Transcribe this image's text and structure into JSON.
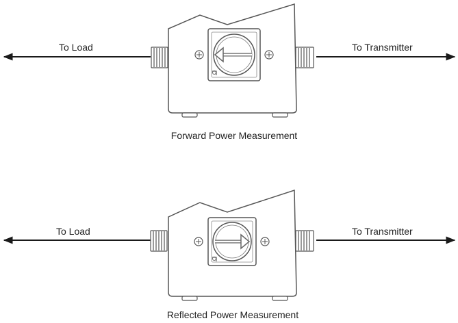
{
  "diagrams": [
    {
      "left_label": "To Load",
      "right_label": "To Transmitter",
      "caption": "Forward Power Measurement",
      "arrow_direction": "left"
    },
    {
      "left_label": "To Load",
      "right_label": "To Transmitter",
      "caption": "Reflected Power Measurement",
      "arrow_direction": "right"
    }
  ],
  "colors": {
    "line": "#1a1a1a",
    "body_stroke": "#555555"
  }
}
